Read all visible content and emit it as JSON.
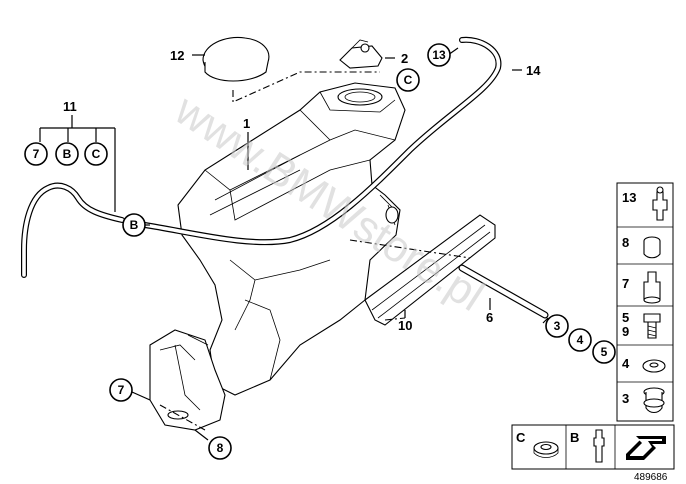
{
  "watermark": "www.BMWstore.pl",
  "diagram_id": "489686",
  "callouts": {
    "p1": "1",
    "p2": "2",
    "p6": "6",
    "p10": "10",
    "p11": "11",
    "p12": "12",
    "p14": "14"
  },
  "circled": {
    "c13_top": "13",
    "c_c_top": "C",
    "c7_left": "7",
    "cb_left": "B",
    "cc_left": "C",
    "cb_pipe": "B",
    "c7_bottom": "7",
    "c8_bottom": "8",
    "c3": "3",
    "c4": "4",
    "c5": "5"
  },
  "legend": {
    "items": [
      {
        "label": "13"
      },
      {
        "label": "8"
      },
      {
        "label": "7"
      },
      {
        "label": "5\n9"
      },
      {
        "label": "4"
      },
      {
        "label": "3"
      }
    ],
    "bottom": [
      {
        "label": "C"
      },
      {
        "label": "B"
      }
    ]
  }
}
